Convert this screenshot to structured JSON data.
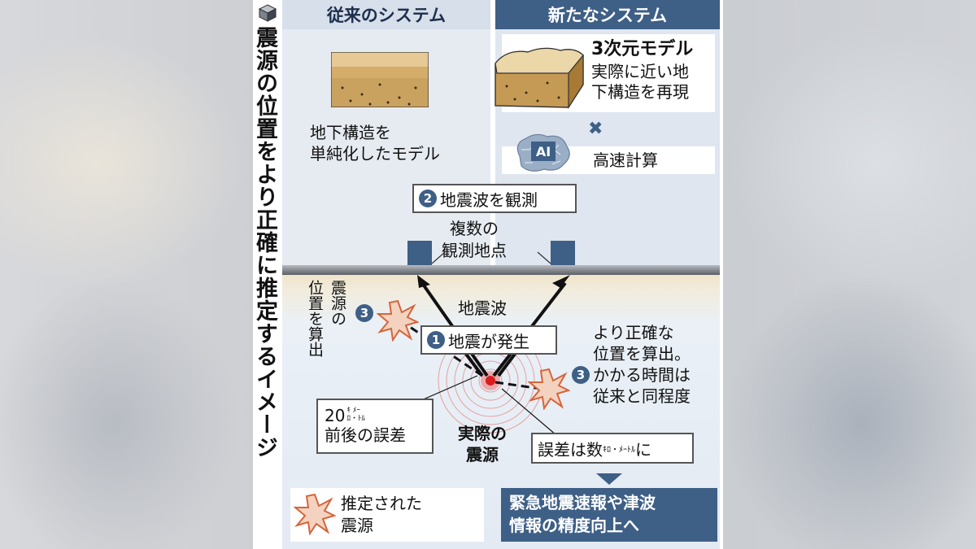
{
  "title": "震源の位置をより正確に推定するイメージ",
  "old_system": {
    "header": "従来のシステム",
    "model_text": "地下構造を\n単純化したモデル"
  },
  "new_system": {
    "header": "新たなシステム",
    "model_title": "3次元モデル",
    "model_text": "実際に近い地\n下構造を再現",
    "cross": "✖",
    "ai_label": "AI",
    "compute_text": "高速計算"
  },
  "steps": {
    "n1": "1",
    "n2": "2",
    "n3": "3",
    "observe_label": "地震波を観測",
    "stations_text": "複数の\n観測地点",
    "seismic_wave": "地震波",
    "quake_label": "地震が発生",
    "old_calc": "震\n源\nの\n位\n置\nを\n算\n出",
    "old_calc_col1": "震源の",
    "old_calc_col2": "位置を算出",
    "new_calc": "より正確な\n位置を算出。\nかかる時間は\n従来と同程度"
  },
  "errors": {
    "old_error_num": "20",
    "old_error_unit_top": "ｷ  ﾒｰ",
    "old_error_unit_bottom": "ﾛ・ﾄﾙ",
    "old_error_text": "前後の誤差",
    "new_error_pre": "誤差は数",
    "new_error_unit": "ｷﾛ・ﾒｰﾄﾙ",
    "new_error_post": "に"
  },
  "actual_source": "実際の\n震源",
  "legend_text": "推定された\n震源",
  "banner_text": "緊急地震速報や津波\n情報の精度向上へ",
  "colors": {
    "navy": "#3e5f86",
    "light_blue_bg": "#e3eaf3",
    "starburst": "#f3d3bf",
    "starburst_stroke": "#d6653a",
    "epicenter": "#d81e1e"
  }
}
